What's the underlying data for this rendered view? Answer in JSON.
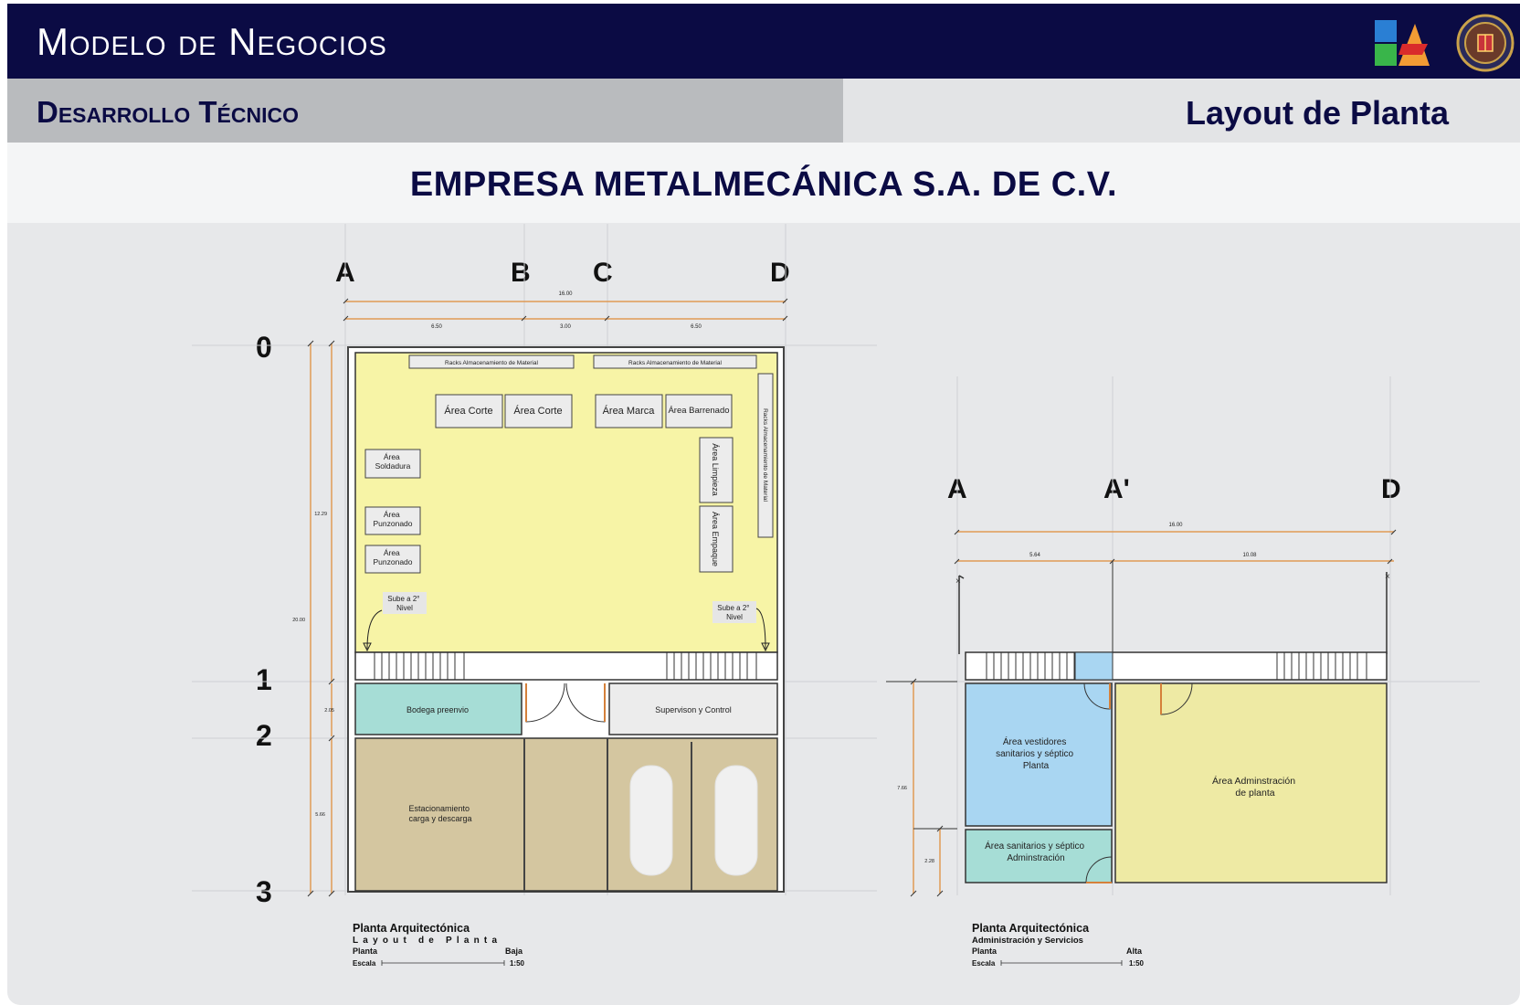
{
  "header": {
    "title": "Modelo de Negocios",
    "section": "Desarrollo Técnico",
    "page_title": "Layout de Planta",
    "company": "EMPRESA METALMECÁNICA S.A. DE C.V."
  },
  "logos": {
    "left": "FCA-logo",
    "right": "university-seal"
  },
  "ground_floor": {
    "axes_letters": [
      "A",
      "B",
      "C",
      "D"
    ],
    "axes_numbers": [
      "0",
      "1",
      "2",
      "3"
    ],
    "dims_total": "16.00",
    "dims_parts": [
      "6.50",
      "3.00",
      "6.50"
    ],
    "dims_left": [
      "12.29",
      "20.00",
      "2.05",
      "5.66"
    ],
    "racks_top_1": "Racks Almacenamiento de Material",
    "racks_top_2": "Racks Almacenamiento de Material",
    "racks_side": "Racks Almacenamiento de Material",
    "rooms": {
      "corte1": "Área Corte",
      "corte2": "Área Corte",
      "marca": "Área Marca",
      "barrenado": "Área Barrenado",
      "soldadura": "Área Soldadura",
      "punzonado1": "Área Punzonado",
      "punzonado2": "Área Punzonado",
      "limpieza": "Área Limpieza",
      "empaque": "Área Empaque",
      "sube1": "Sube a 2° Nivel",
      "sube2": "Sube a 2° Nivel",
      "bodega": "Bodega preenvio",
      "supervision": "Supervison y Control",
      "estacionamiento": "Estacionamiento carga y descarga"
    },
    "caption": {
      "title": "Planta Arquitectónica",
      "subtitle": "Layout de Planta",
      "planta_label": "Planta",
      "planta_value": "Baja",
      "escala_label": "Escala",
      "escala_value": "1:50"
    }
  },
  "upper_floor": {
    "axes_letters": [
      "A",
      "A'",
      "D"
    ],
    "dims_total": "16.00",
    "dims_parts": [
      "5.64",
      "10.08"
    ],
    "dims_left": [
      "7.66",
      "2.28"
    ],
    "rooms": {
      "vestidores": "Área vestidores sanitarios y séptico Planta",
      "sanitarios": "Área sanitarios y séptico Adminstración",
      "administracion": "Área Adminstración de planta"
    },
    "caption": {
      "title": "Planta Arquitectónica",
      "subtitle": "Administración y Servicios",
      "planta_label": "Planta",
      "planta_value": "Alta",
      "escala_label": "Escala",
      "escala_value": "1:50"
    }
  },
  "colors": {
    "header_navy": "#0b0b44",
    "production_yellow": "#f7f4a6",
    "teal": "#a6ddd6",
    "sand": "#d4c6a0",
    "blue": "#a9d6f2",
    "admin_yellow": "#eeeaa4",
    "dimension_orange": "#e09a55"
  }
}
